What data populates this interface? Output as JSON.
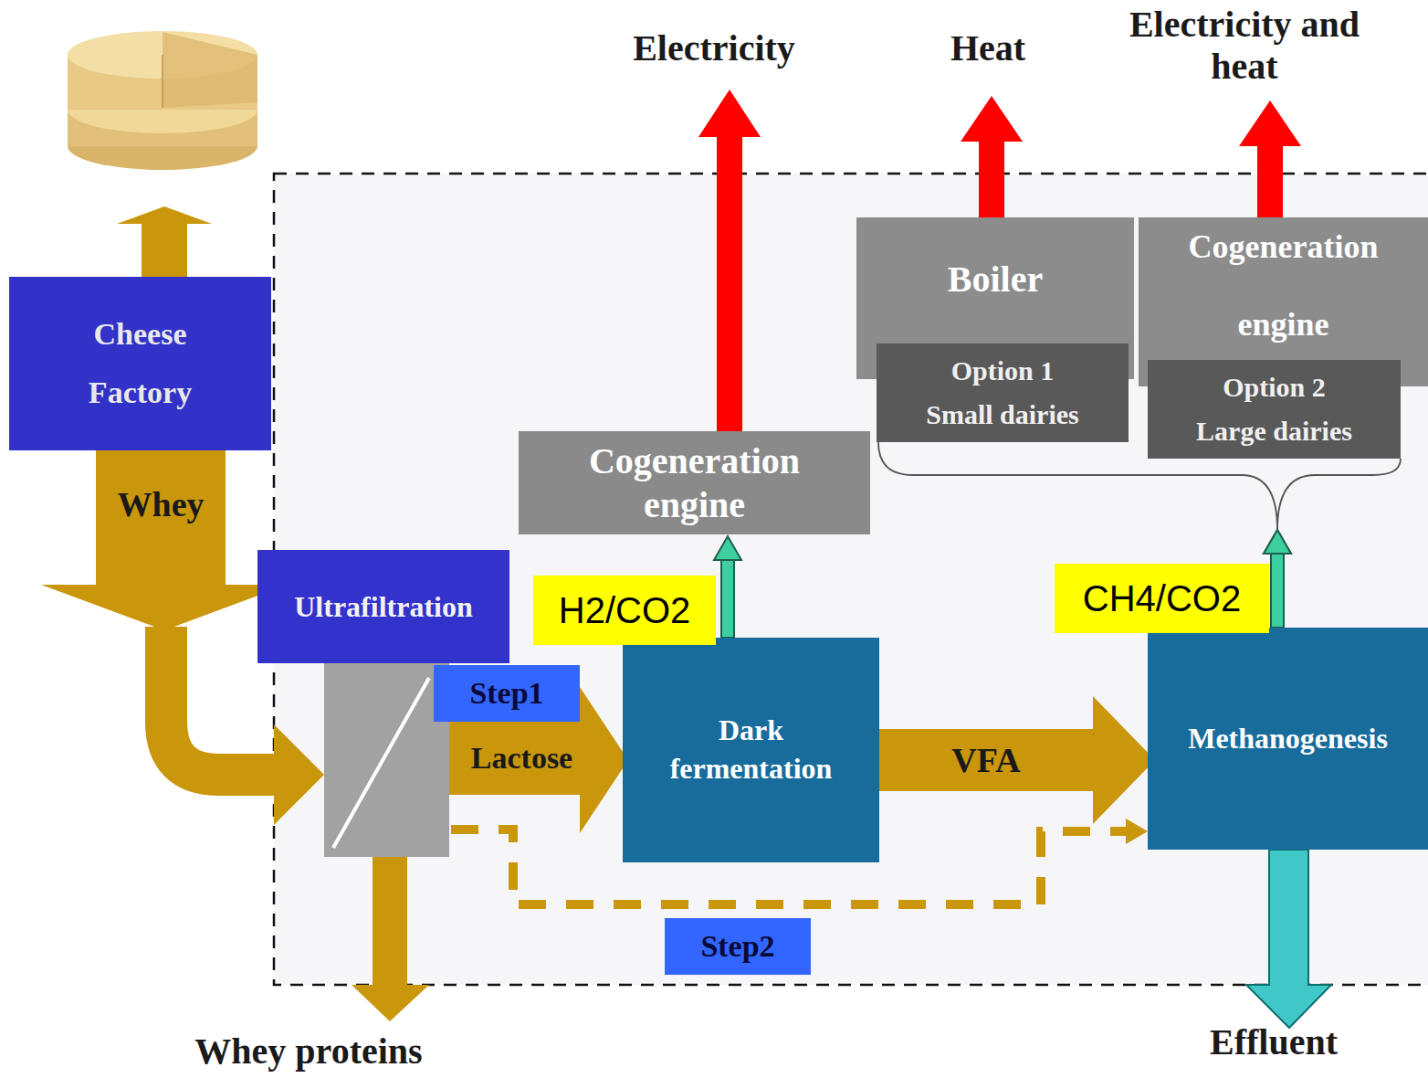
{
  "diagram": {
    "nodes": [
      {
        "text": [
          "Cheese Factory"
        ]
      },
      {
        "text": [
          "Ultrafiltration"
        ]
      },
      {
        "text": [
          "Step1"
        ]
      },
      {
        "text": [
          "Dark fermentation"
        ]
      },
      {
        "text": [
          "Cogeneration engine"
        ]
      },
      {
        "text": [
          "Boiler"
        ]
      },
      {
        "text": [
          "Option 1 Small dairies"
        ],
        "in": 5
      },
      {
        "text": [
          "Cogeneration engine"
        ]
      },
      {
        "text": [
          "Option 2 Large dairies"
        ],
        "in": 7
      },
      {
        "text": [
          "Methanogenesis"
        ]
      },
      {
        "text": [
          "Step2"
        ]
      },
      {
        "text": [
          "H2/CO2"
        ]
      },
      {
        "text": [
          "CH4/CO2"
        ]
      }
    ],
    "edges": [
      {
        "from": 0,
        "to": 1,
        "label": "Whey",
        "arrow": "to"
      },
      {
        "from": 1,
        "to": 3,
        "label": "Lactose",
        "arrow": "to"
      },
      {
        "from": 3,
        "to": 9,
        "label": "VFA",
        "arrow": "to"
      },
      {
        "from": 1,
        "to": 9,
        "arrow": "to"
      },
      {
        "from": 3,
        "to": 4,
        "arrow": "to"
      },
      {
        "from": 9,
        "to": 6,
        "arrow": "to"
      },
      {
        "from": 9,
        "to": 8,
        "arrow": "to"
      }
    ],
    "labels": [
      "Electricity",
      "Heat",
      "Electricity and heat",
      "Whey proteins",
      "Effluent"
    ]
  }
}
